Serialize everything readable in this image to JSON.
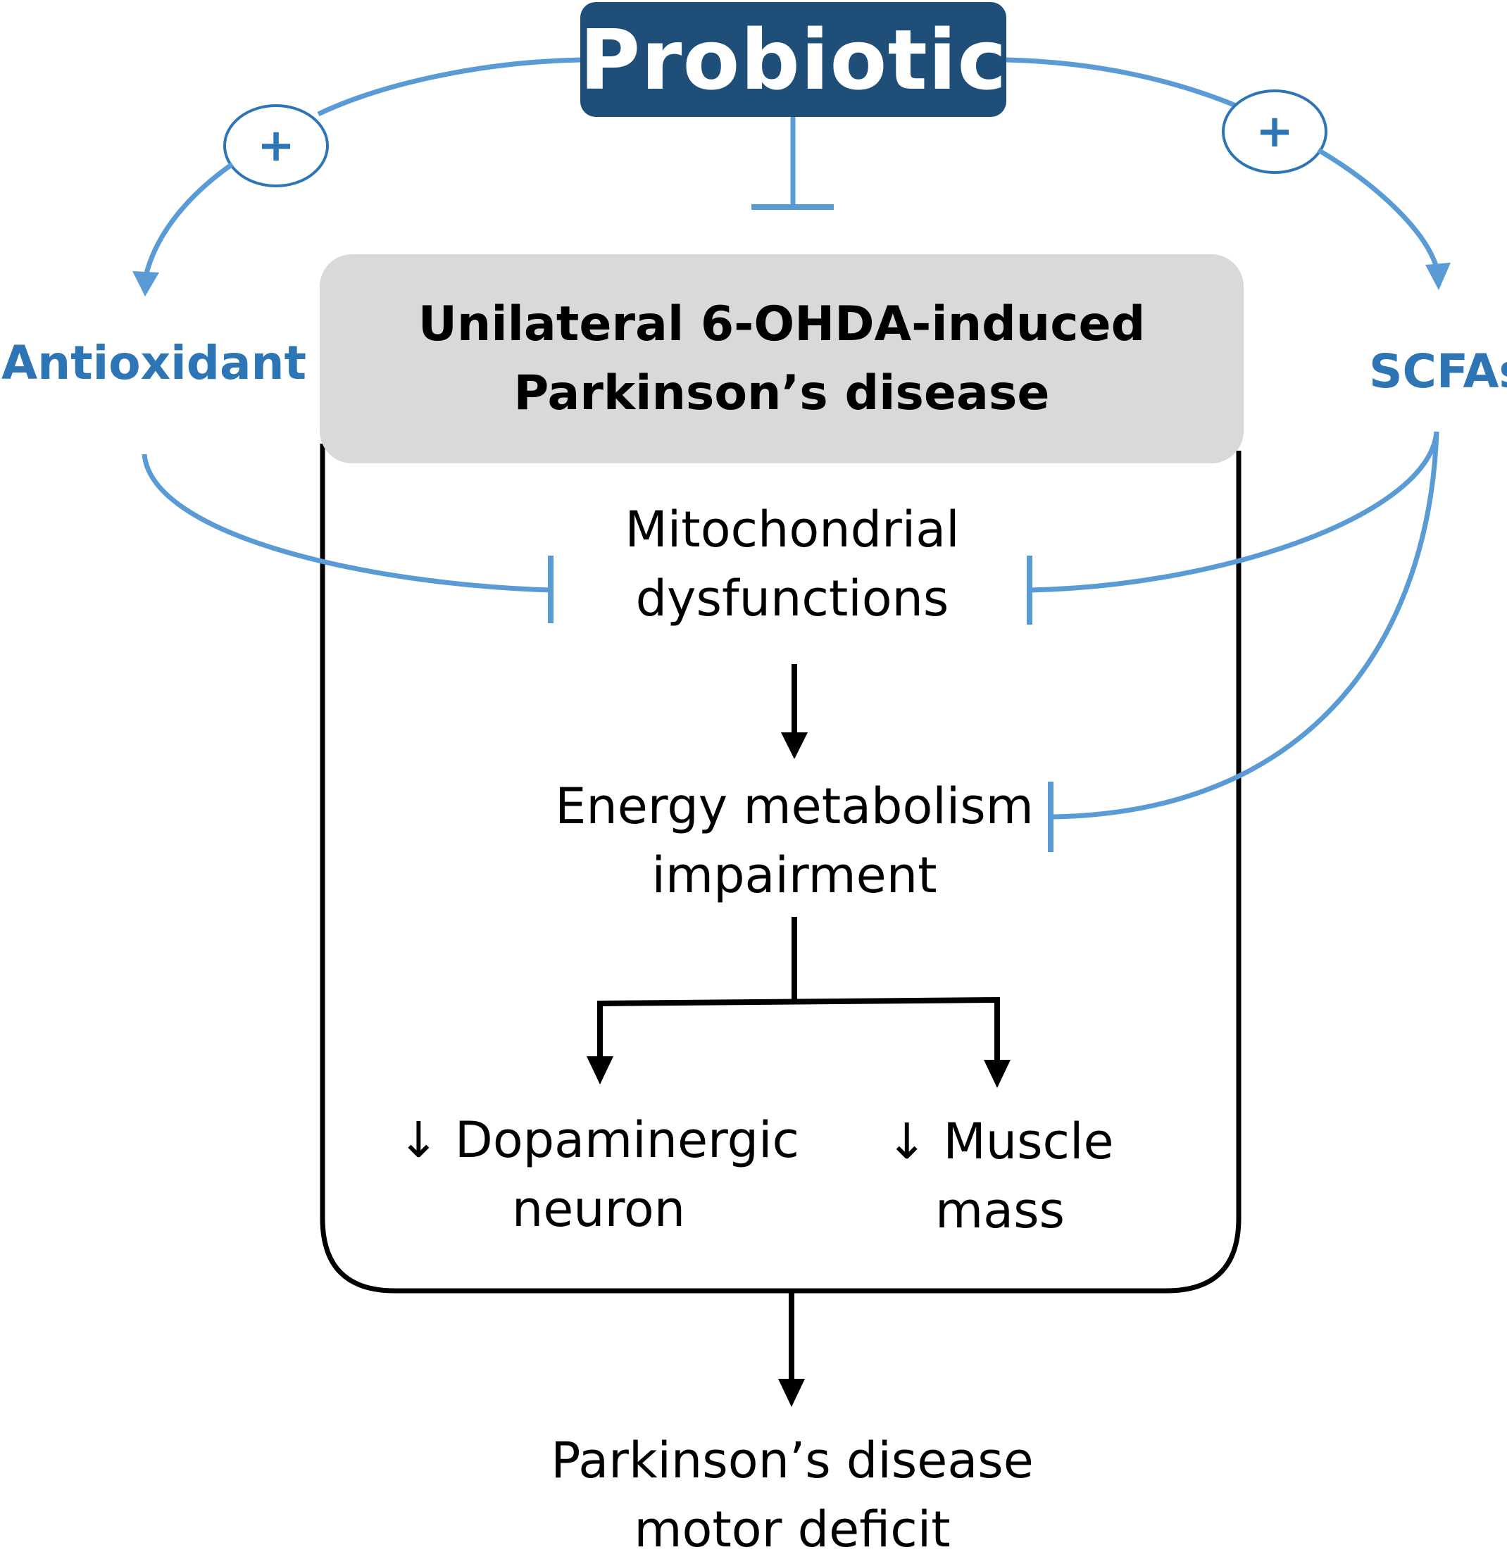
{
  "probiotic": "Probiotic",
  "disease_model": {
    "line1": "Unilateral 6-OHDA-induced",
    "line2": "Parkinson’s disease"
  },
  "left_effect": {
    "label": "Antioxidant",
    "sign": "+"
  },
  "right_effect": {
    "label": "SCFAs",
    "sign": "+"
  },
  "nodes": {
    "mitochondrial": {
      "line1": "Mitochondrial",
      "line2": "dysfunctions"
    },
    "energy": {
      "line1": "Energy metabolism",
      "line2": "impairment"
    },
    "dopaminergic": {
      "line1": "↓ Dopaminergic",
      "line2": "neuron"
    },
    "muscle": {
      "line1": "↓ Muscle",
      "line2": "mass"
    },
    "motor": {
      "line1": "Parkinson’s disease",
      "line2": "motor deficit"
    }
  },
  "colors": {
    "probiotic_fill": "#1f4e79",
    "effect_blue": "#2e75b6",
    "connector_blue": "#5b9bd5",
    "header_fill": "#d9d9d9",
    "flow_black": "#000000"
  }
}
